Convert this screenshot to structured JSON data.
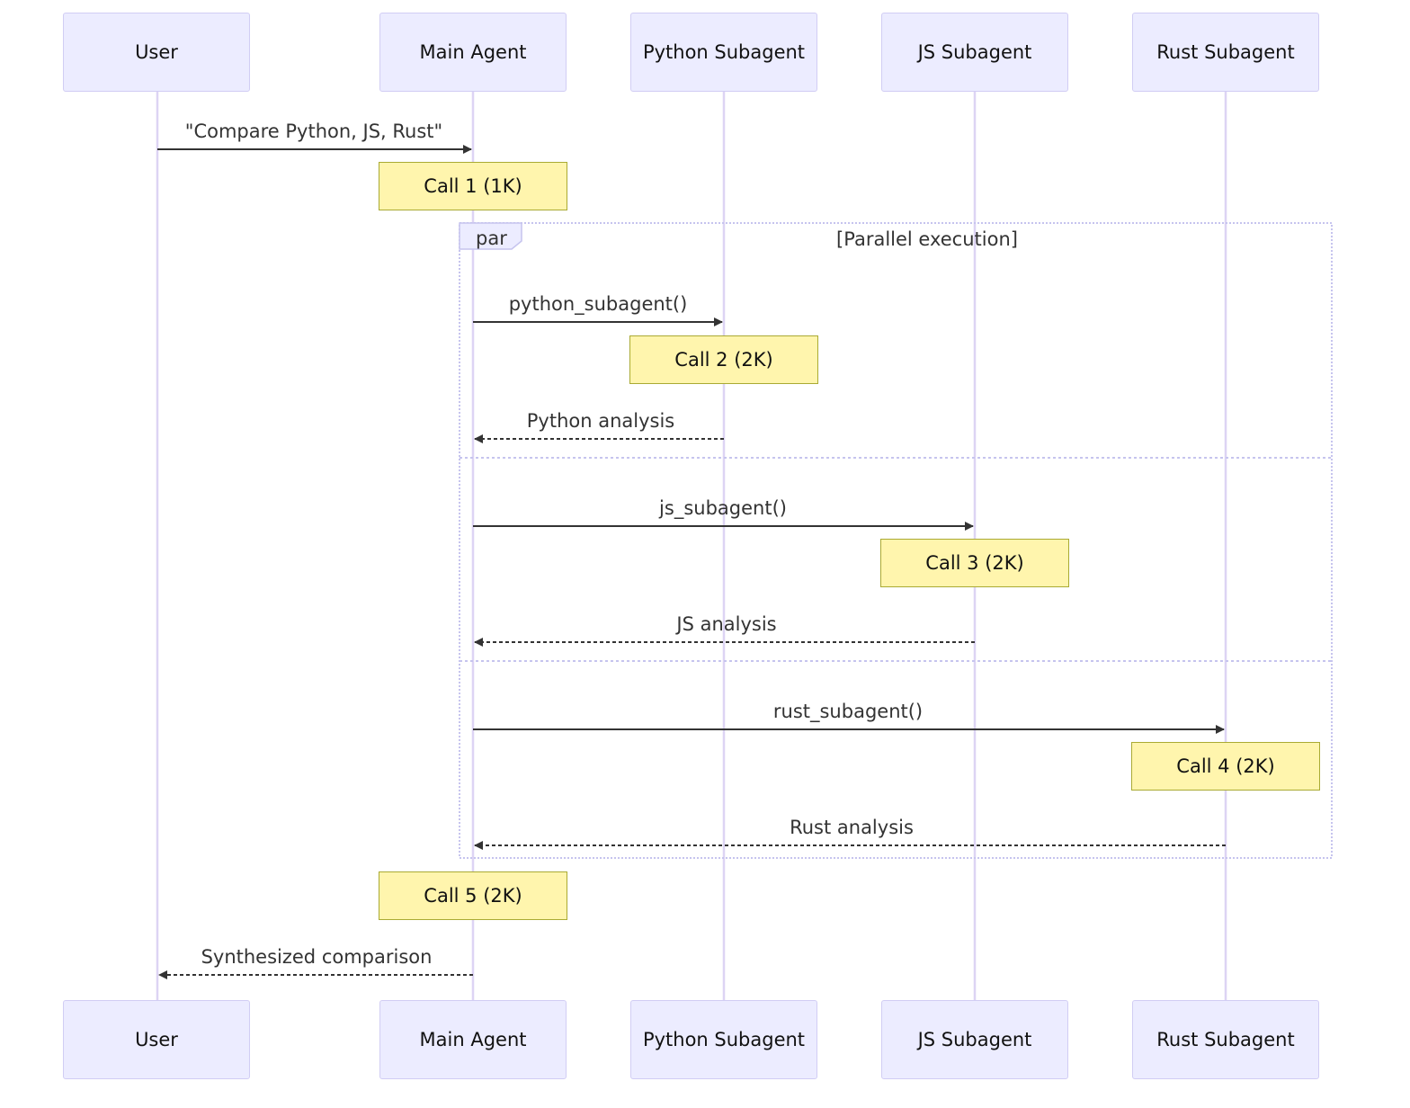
{
  "participants": [
    {
      "id": "user",
      "label": "User"
    },
    {
      "id": "main",
      "label": "Main Agent"
    },
    {
      "id": "python",
      "label": "Python Subagent"
    },
    {
      "id": "js",
      "label": "JS Subagent"
    },
    {
      "id": "rust",
      "label": "Rust Subagent"
    }
  ],
  "messages": [
    {
      "from": "user",
      "to": "main",
      "label": "\"Compare Python, JS, Rust\"",
      "style": "solid"
    },
    {
      "from": "main",
      "to": "python",
      "label": "python_subagent()",
      "style": "solid"
    },
    {
      "from": "python",
      "to": "main",
      "label": "Python analysis",
      "style": "dashed"
    },
    {
      "from": "main",
      "to": "js",
      "label": "js_subagent()",
      "style": "solid"
    },
    {
      "from": "js",
      "to": "main",
      "label": "JS analysis",
      "style": "dashed"
    },
    {
      "from": "main",
      "to": "rust",
      "label": "rust_subagent()",
      "style": "solid"
    },
    {
      "from": "rust",
      "to": "main",
      "label": "Rust analysis",
      "style": "dashed"
    },
    {
      "from": "main",
      "to": "user",
      "label": "Synthesized comparison",
      "style": "dashed"
    }
  ],
  "notes": [
    {
      "over": "main",
      "label": "Call 1 (1K)"
    },
    {
      "over": "python",
      "label": "Call 2 (2K)"
    },
    {
      "over": "js",
      "label": "Call 3 (2K)"
    },
    {
      "over": "rust",
      "label": "Call 4 (2K)"
    },
    {
      "over": "main",
      "label": "Call 5 (2K)"
    }
  ],
  "fragment": {
    "keyword": "par",
    "condition": "[Parallel execution]"
  },
  "colors": {
    "actor_fill": "#ececff",
    "actor_border": "#d1cdf4",
    "lifeline": "#ddd4f4",
    "note_fill": "#fff5ad",
    "note_border": "#aaaa33",
    "arrow": "#333333",
    "fragment_border": "#c6c4ee"
  }
}
